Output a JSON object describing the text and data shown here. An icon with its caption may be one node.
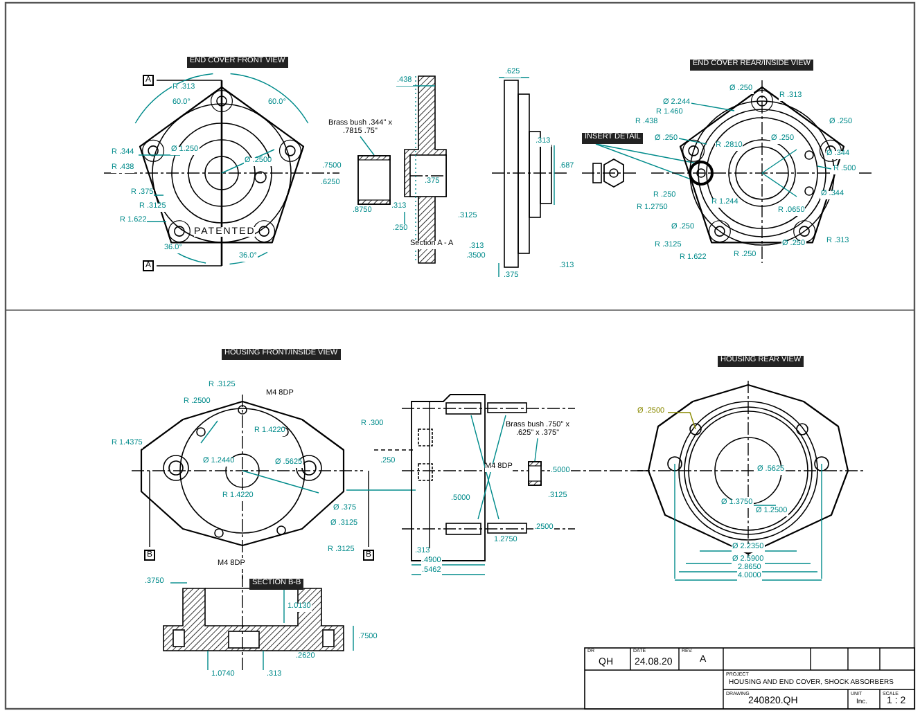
{
  "diagram": {
    "nodes": [
      {
        "text": [
          "Brass bush .344\" x .7815 .75\""
        ]
      },
      {
        "text": [],
        "shape": "box"
      },
      {
        "text": [
          "Brass bush .750\" x .625\" x .375\""
        ]
      },
      {
        "text": [],
        "shape": "box"
      }
    ],
    "edges": [
      {
        "from": 0,
        "to": 1,
        "arrow": "none"
      },
      {
        "from": 2,
        "to": 3,
        "arrow": "none"
      }
    ],
    "labels": [
      "END COVER FRONT VIEW",
      "R .313",
      "60.0°",
      "60.0°",
      "R .344",
      "R .438",
      "Ø 1.250",
      "Ø .2500",
      "R .375",
      "R .3125",
      "R 1.622",
      "PATENTED",
      "36.0°",
      "36.0°",
      "A",
      "A",
      ".438",
      ".7500",
      ".6250",
      ".8750",
      ".375",
      ".313",
      ".3125",
      ".250",
      "Section A - A",
      ".625",
      ".313",
      ".687",
      ".313",
      ".3500",
      ".375",
      ".313",
      "INSERT DETAIL",
      "END COVER REAR/INSIDE VIEW",
      "Ø .250",
      "R .313",
      "Ø 2.244",
      "R 1.460",
      "R .438",
      "Ø .250",
      "Ø .250",
      "R .2810",
      "Ø .250",
      "Ø .344",
      "R .500",
      "R .250",
      "R 1.2750",
      "R 1.244",
      "R .0650",
      "Ø .344",
      "Ø .250",
      "R .3125",
      "R 1.622",
      "R .250",
      "Ø .250",
      "R .313",
      "HOUSING FRONT/INSIDE VIEW",
      "R .3125",
      "R .2500",
      "M4 8DP",
      "R 1.4375",
      "R 1.4220",
      "Ø 1.2440",
      "Ø .5625",
      "R .300",
      ".250",
      "R 1.4220",
      "Ø .375",
      "Ø .3125",
      "R .3125",
      "M4 8DP",
      "B",
      "B",
      "M4 8DP",
      ".5000",
      ".313",
      ".4900",
      ".5462",
      ".5000",
      ".3125",
      ".2500",
      "1.2750",
      "HOUSING REAR VIEW",
      "Ø .2500",
      "Ø .5625",
      "Ø 1.3750",
      "Ø 1.2500",
      "Ø 2.2350",
      "Ø 2.5900",
      "2.8650",
      "4.0000",
      ".3750",
      "SECTION B-B",
      "1.0130",
      ".7500",
      ".2620",
      "1.0740",
      ".313",
      "DR",
      "QH",
      "DATE",
      "24.08.20",
      "REV.",
      "A",
      "PROJECT",
      "HOUSING AND END COVER, SHOCK ABSORBERS",
      "DRAWING",
      "240820.QH",
      "UNIT",
      "Inc.",
      "SCALE",
      "1 : 2"
    ]
  }
}
